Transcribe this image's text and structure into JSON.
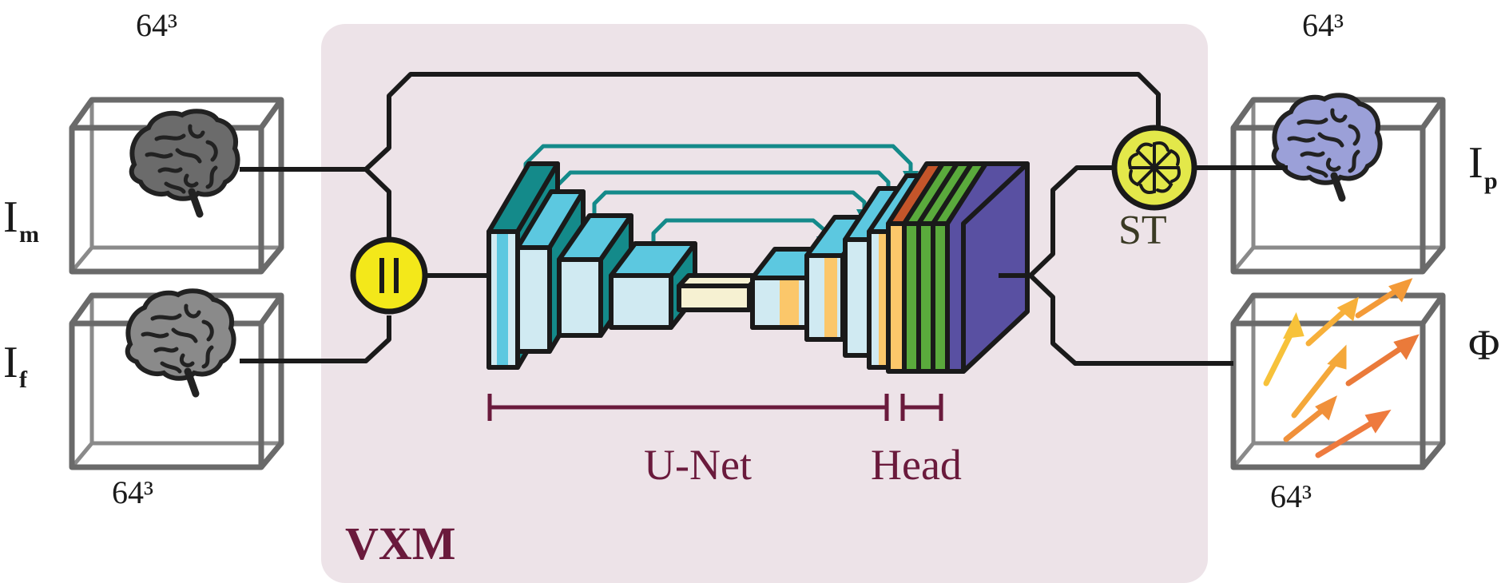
{
  "labels": {
    "size_tl": "64³",
    "size_bl": "64³",
    "size_tr": "64³",
    "size_br": "64³",
    "im_base": "I",
    "im_sub": "m",
    "if_base": "I",
    "if_sub": "f",
    "ip_base": "I",
    "ip_sub": "p",
    "phi": "Φ",
    "st": "ST",
    "unet": "U-Net",
    "head": "Head",
    "model": "VXM"
  },
  "icons": {
    "concat": "concatenate-icon",
    "st": "spatial-transformer-icon",
    "brain": "brain-icon",
    "arrow": "displacement-arrow-icon"
  },
  "colors": {
    "panel": "#ede3e8",
    "maroon": "#6a1a3c",
    "teal": "#148a8a",
    "light_blue": "#d0eaf2",
    "cyan": "#5cc8e0",
    "orange": "#fbc76a",
    "red_brown": "#c4552a",
    "green": "#5aaa3c",
    "dark_green": "#1e6a32",
    "indigo": "#5950a2",
    "cream": "#f6f1d2",
    "yellow": "#f3e81a",
    "st_yellow": "#e3e84a",
    "brain_gray": "#808080",
    "brain_purple": "#9ba0d8",
    "box_gray": "#6a6a6a"
  }
}
